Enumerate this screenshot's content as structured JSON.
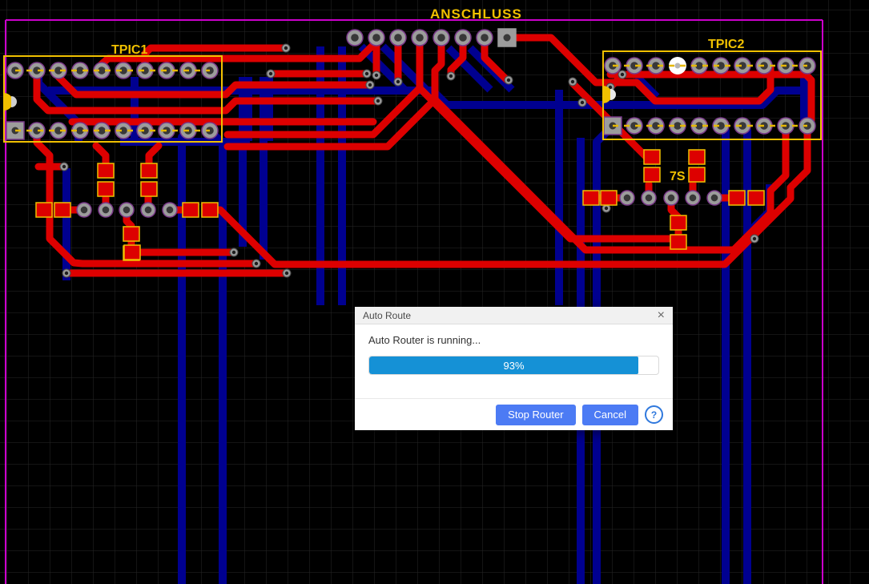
{
  "canvas": {
    "silkscreen_labels": {
      "anschluss": "ANSCHLUSS",
      "tpic1": "TPIC1",
      "tpic2": "TPIC2",
      "seg7": "7S"
    },
    "colors": {
      "background": "#000000",
      "grid": "#272727",
      "board_outline": "#cc00cc",
      "top_layer_trace": "#dd0000",
      "bottom_layer_trace": "#000090",
      "silkscreen": "#f0c000",
      "pad_body": "#9c9c9c",
      "pad_hole": "#383838",
      "pad_ring": "#7a3a8a",
      "highlighted_pad": "#ffffff"
    }
  },
  "dialog": {
    "title": "Auto Route",
    "close_icon": "×",
    "message": "Auto Router is running...",
    "progress": {
      "percent": 93,
      "label": "93%",
      "color": "#1591d6"
    },
    "buttons": {
      "stop": "Stop Router",
      "cancel": "Cancel"
    },
    "help_icon": "?",
    "accent": "#4c7bf4"
  }
}
